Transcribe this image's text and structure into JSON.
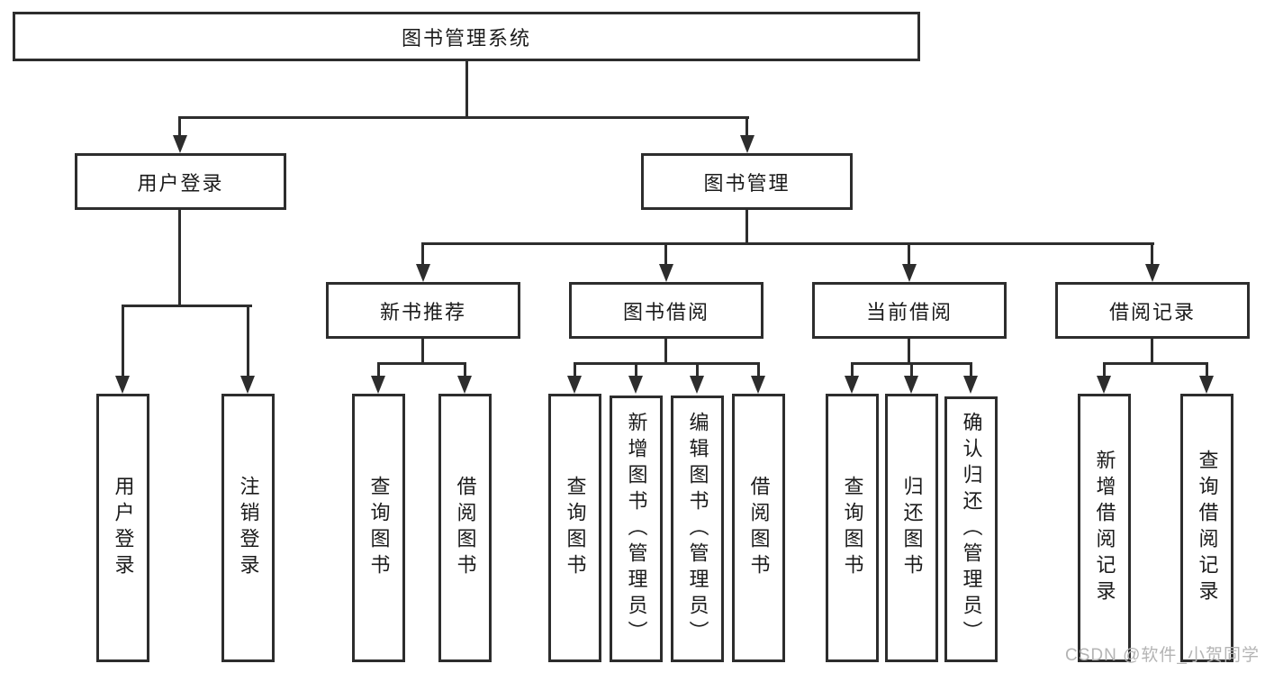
{
  "colors": {
    "background": "#ffffff",
    "line": "#2d2d2d",
    "text": "#1b1b1b",
    "box_background": "#ffffff",
    "watermark": "#b4b4b4"
  },
  "tree": {
    "root": "图书管理系统",
    "children": [
      {
        "label": "用户登录",
        "children": [
          "用户登录",
          "注销登录"
        ]
      },
      {
        "label": "图书管理",
        "children": [
          {
            "label": "新书推荐",
            "children": [
              "查询图书",
              "借阅图书"
            ]
          },
          {
            "label": "图书借阅",
            "children": [
              "查询图书",
              "新增图书（管理员）",
              "编辑图书（管理员）",
              "借阅图书"
            ]
          },
          {
            "label": "当前借阅",
            "children": [
              "查询图书",
              "归还图书",
              "确认归还（管理员）"
            ]
          },
          {
            "label": "借阅记录",
            "children": [
              "新增借阅记录",
              "查询借阅记录"
            ]
          }
        ]
      }
    ]
  },
  "watermark": {
    "text": "CSDN @软件_小贺同学"
  }
}
